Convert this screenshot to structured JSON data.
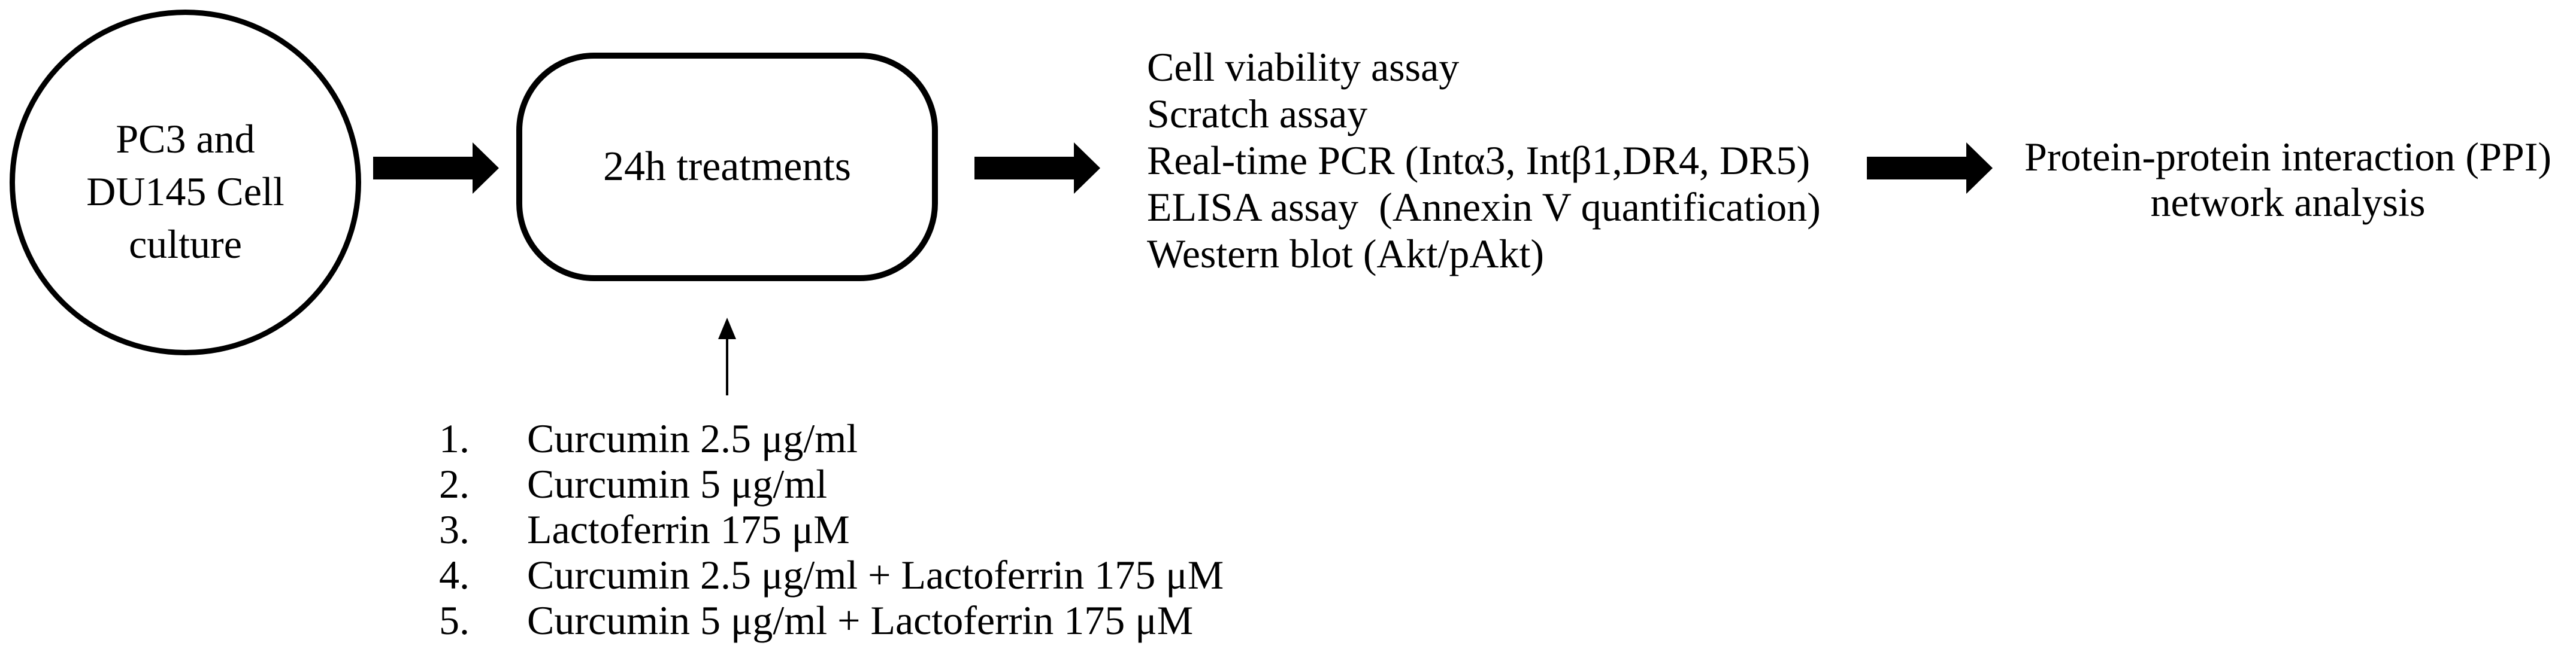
{
  "figure": {
    "type": "workflow-diagram",
    "flow": {
      "cell_culture": {
        "lines": [
          "PC3 and",
          "DU145 Cell",
          "culture"
        ]
      },
      "treatments_box": {
        "label": "24h treatments"
      },
      "assays": {
        "items": [
          "Cell viability assay",
          "Scratch assay",
          "Real-time PCR (Intα3, Intβ1,DR4, DR5)",
          "ELISA assay  (Annexin V quantification)",
          "Western blot (Akt/pAkt)"
        ]
      },
      "ppi": {
        "lines": [
          "Protein-protein interaction (PPI)",
          "network analysis"
        ]
      },
      "treatment_list": {
        "items": [
          {
            "number": "1.",
            "label": "Curcumin 2.5 μg/ml"
          },
          {
            "number": "2.",
            "label": "Curcumin 5 μg/ml"
          },
          {
            "number": "3.",
            "label": "Lactoferrin 175 μM"
          },
          {
            "number": "4.",
            "label": "Curcumin 2.5 μg/ml + Lactoferrin 175 μM"
          },
          {
            "number": "5.",
            "label": "Curcumin 5 μg/ml + Lactoferrin 175 μM"
          }
        ]
      }
    },
    "icons": {
      "arrow_right": "solid-block-right-arrow",
      "arrow_up": "thin-line-up-arrow"
    },
    "colors": {
      "ink": "#000000",
      "paper": "#ffffff"
    }
  }
}
